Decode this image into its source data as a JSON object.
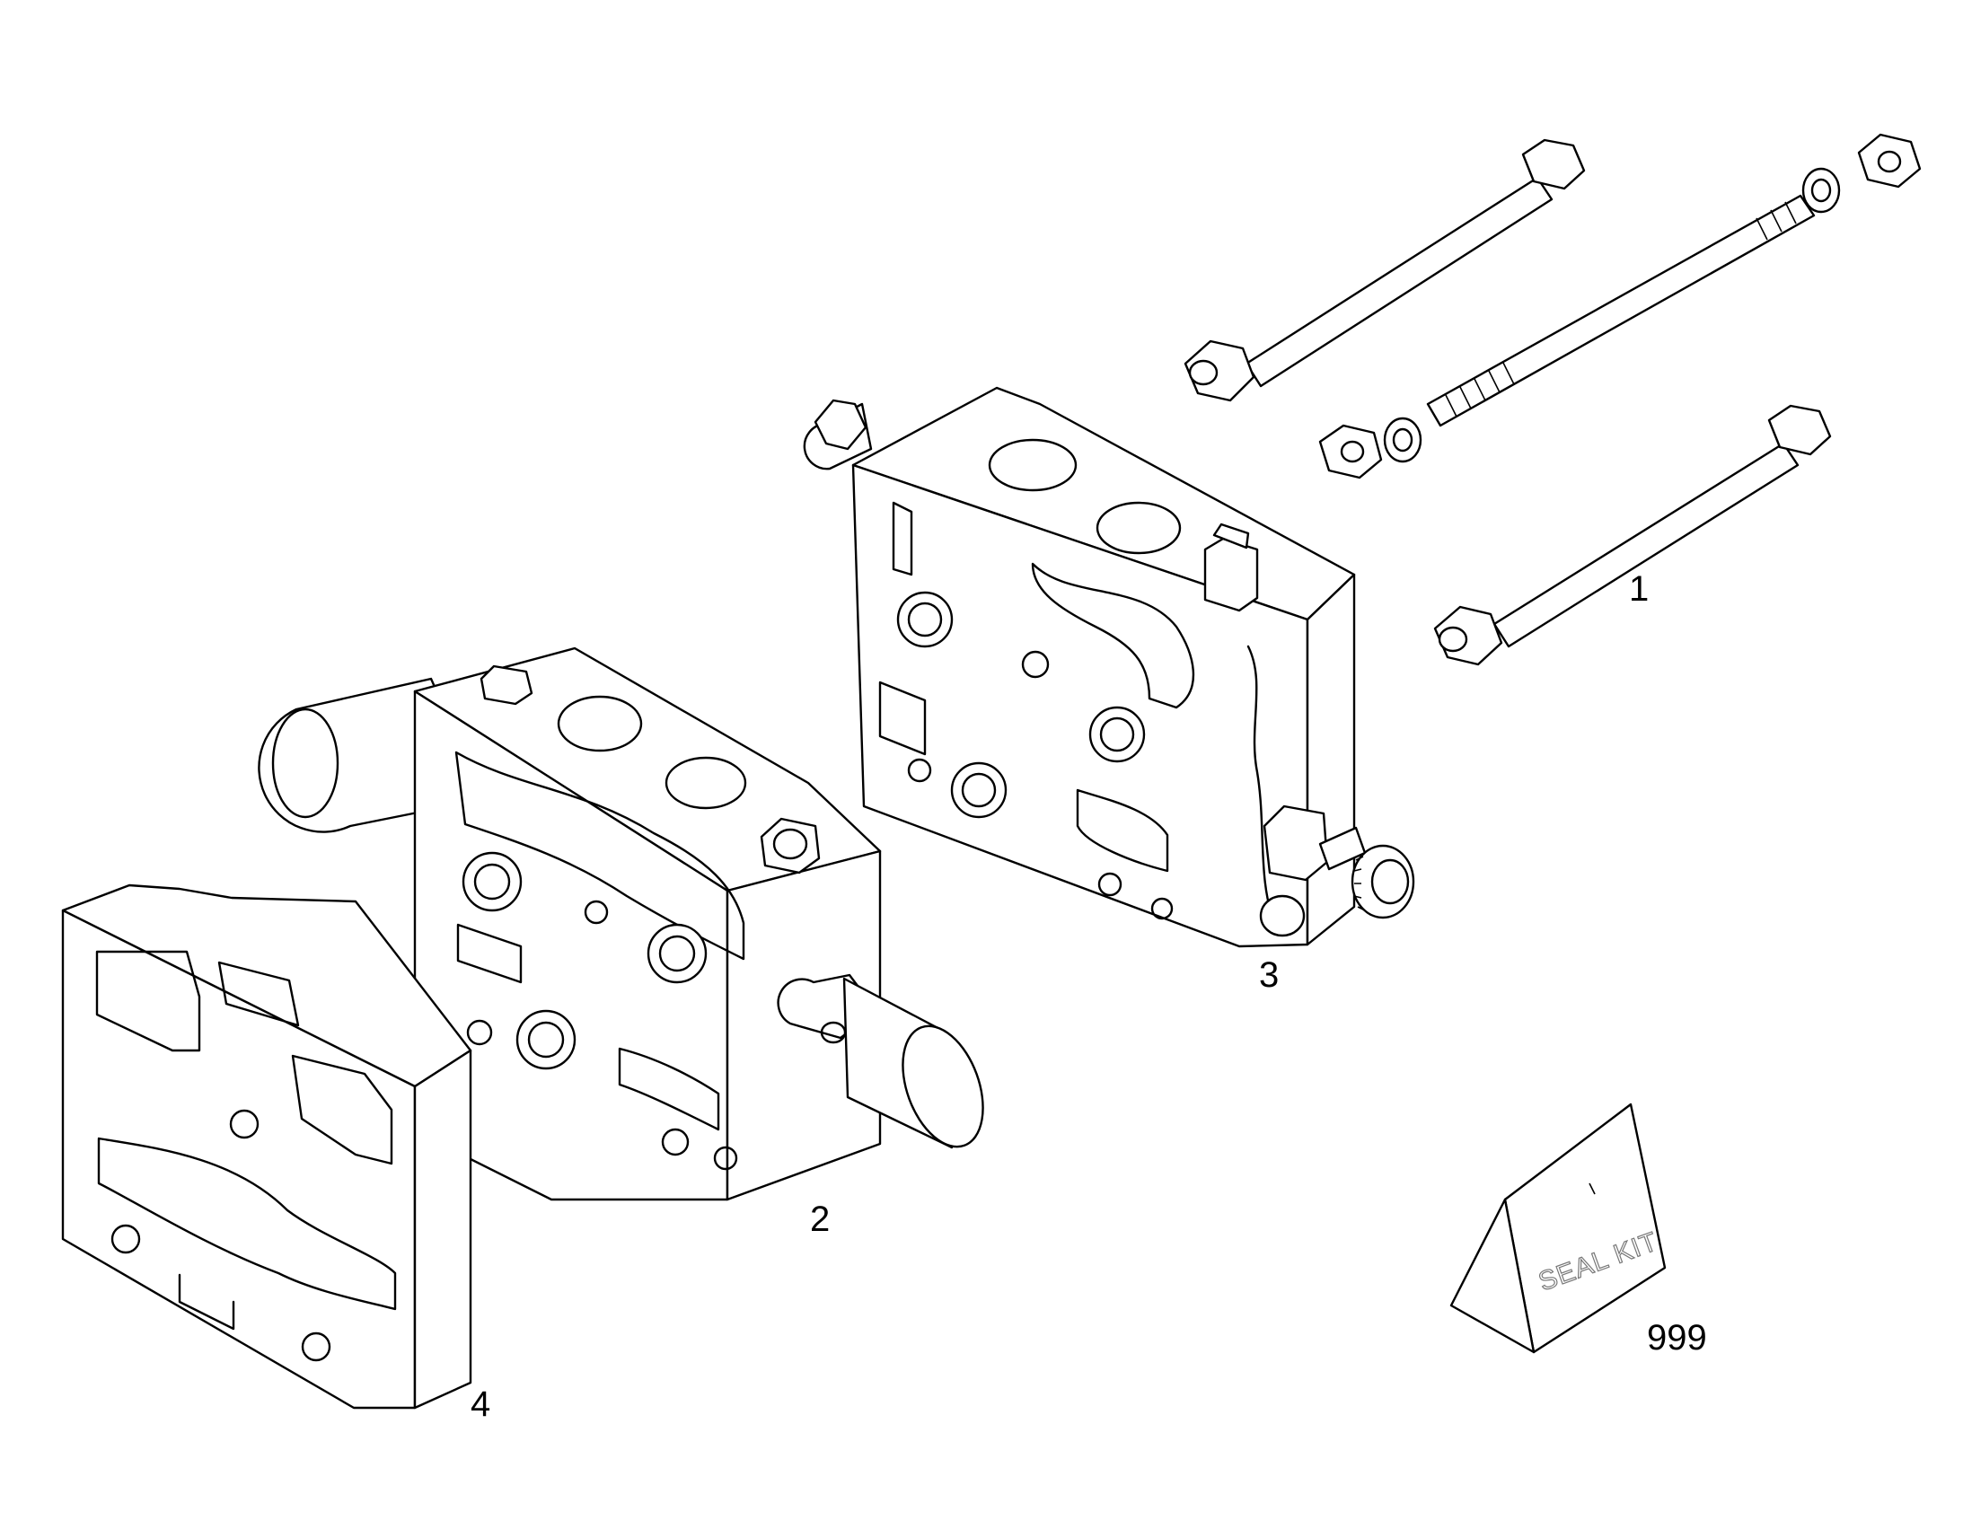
{
  "callouts": {
    "part_1": "1",
    "part_2": "2",
    "part_3": "3",
    "part_4": "4",
    "part_999": "999"
  },
  "seal_kit_label": "SEAL KIT",
  "colors": {
    "line": "#000000",
    "background": "#ffffff",
    "kit_text": "#777777"
  }
}
